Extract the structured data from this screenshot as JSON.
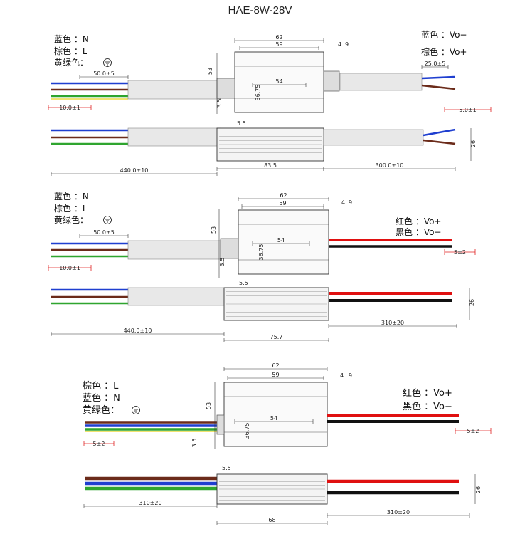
{
  "title": "HAE-8W-28V",
  "colors": {
    "blue": "#1f3fd0",
    "brown": "#6b2b1a",
    "green": "#2fa52f",
    "yellow": "#e8d21a",
    "red": "#e01010",
    "black": "#111111",
    "cable_gray": "#b8b8b8",
    "dim_red": "#e02020",
    "line": "#333333"
  },
  "variant1": {
    "labels": {
      "blue": "蓝色 ：N",
      "brown": "棕色 ：L",
      "ground": "黄绿色：",
      "out_blue": "蓝色 ：Vo−",
      "out_brown": "棕色 ：Vo+"
    },
    "dims": {
      "w62": "62",
      "w59": "59",
      "d4": "4",
      "d9": "9",
      "h53": "53",
      "l54": "54",
      "h3675": "36.75",
      "d35": "3.5",
      "d55": "5.5",
      "strip_in": "50.0±5",
      "strip_in_end": "10.0±1",
      "strip_out": "25.0±5",
      "strip_out_end": "5.0±1",
      "len_in": "440.0±10",
      "body": "83.5",
      "len_out": "300.0±10",
      "h26": "26"
    }
  },
  "variant2": {
    "labels": {
      "blue": "蓝色 ：N",
      "brown": "棕色 ：L",
      "ground": "黄绿色：",
      "out_red": "红色 ：Vo+",
      "out_black": "黑色 ：Vo−"
    },
    "dims": {
      "w62": "62",
      "w59": "59",
      "d4": "4",
      "d9": "9",
      "h53": "53",
      "l54": "54",
      "h3675": "36.75",
      "d35": "3.5",
      "d55": "5.5",
      "strip_in": "50.0±5",
      "strip_in_end": "10.0±1",
      "strip_out_end": "5±2",
      "len_in": "440.0±10",
      "body": "75.7",
      "len_out": "310±20",
      "h26": "26"
    }
  },
  "variant3": {
    "labels": {
      "brown": "棕色 ：L",
      "blue": "蓝色 ：N",
      "ground": "黄绿色：",
      "out_red": "红色 ：Vo+",
      "out_black": "黑色 ：Vo−"
    },
    "dims": {
      "w62": "62",
      "w59": "59",
      "d4": "4",
      "d9": "9",
      "h53": "53",
      "l54": "54",
      "h3675": "36.75",
      "d35": "3.5",
      "d55": "5.5",
      "strip_in_end": "5±2",
      "strip_out_end": "5±2",
      "len_in": "310±20",
      "body": "68",
      "len_out": "310±20",
      "h26": "26"
    }
  }
}
